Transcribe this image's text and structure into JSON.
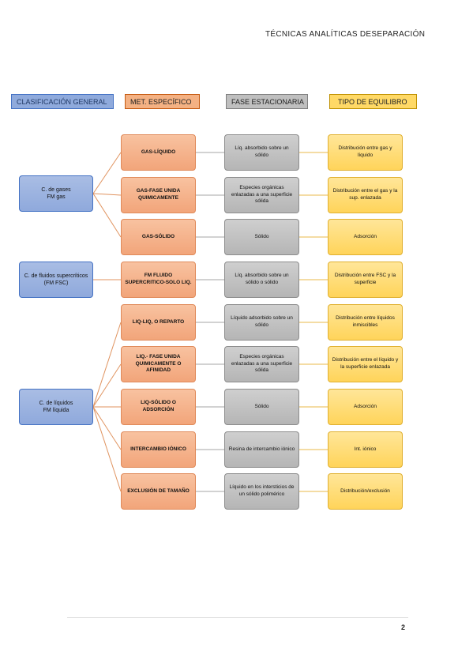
{
  "header": {
    "title": "TÉCNICAS ANALÍTICAS DESEPARACIÓN"
  },
  "legend": {
    "clasificacion": "CLASIFICACIÓN GENERAL",
    "metodo": "MET. ESPECÍFICO",
    "fase": "FASE ESTACIONARIA",
    "equilibrio": "TIPO DE EQUILIBRO"
  },
  "colors": {
    "clasificacion": "#8faadc",
    "metodo": "#f4b183",
    "fase": "#bfbfbf",
    "equilibrio": "#ffd966"
  },
  "groups": [
    {
      "label": "C. de gases\nFM gas"
    },
    {
      "label": "C. de fluidos supercríticos (FM FSC)"
    },
    {
      "label": "C. de líquidos\nFM líquida"
    }
  ],
  "rows": [
    {
      "metodo": "GAS-LÍQUIDO",
      "fase": "Líq. absorbido sobre un sólido",
      "equilibrio": "Distribución entre gas y líquido"
    },
    {
      "metodo": "GAS-FASE UNIDA QUIMICAMENTE",
      "fase": "Especies orgánicas enlazadas a una superficie sólida",
      "equilibrio": "Distribución entre el gas y la sup. enlazada"
    },
    {
      "metodo": "GAS-SÓLIDO",
      "fase": "Sólido",
      "equilibrio": "Adsorción"
    },
    {
      "metodo": "FM FLUIDO SUPERCRITICO-SOLO LIQ.",
      "fase": "Líq. absorbido sobre un sólido o sólido",
      "equilibrio": "Distribución entre FSC y la superficie"
    },
    {
      "metodo": "LIQ-LIQ, O REPARTO",
      "fase": "Líquido adsorbido sobre un sólido",
      "equilibrio": "Distribución entre líquidos inmiscibles"
    },
    {
      "metodo": "LIQ.- FASE UNIDA QUIMICAMENTE O AFINIDAD",
      "fase": "Especies orgánicas enlazadas a una superficie sólida",
      "equilibrio": "Distribución entre el líquido y la superficie enlazada"
    },
    {
      "metodo": "LIQ-SÓLIDO O ADSORCIÓN",
      "fase": "Sólido",
      "equilibrio": "Adsorción"
    },
    {
      "metodo": "INTERCAMBIO IÓNICO",
      "fase": "Resina de intercambio iónico",
      "equilibrio": "Int. iónico"
    },
    {
      "metodo": "EXCLUSIÓN DE TAMAÑO",
      "fase": "Líquido en los intersticios de un sólido polimérico",
      "equilibrio": "Distribución/exclusión"
    }
  ],
  "footer": {
    "page_number": "2"
  }
}
